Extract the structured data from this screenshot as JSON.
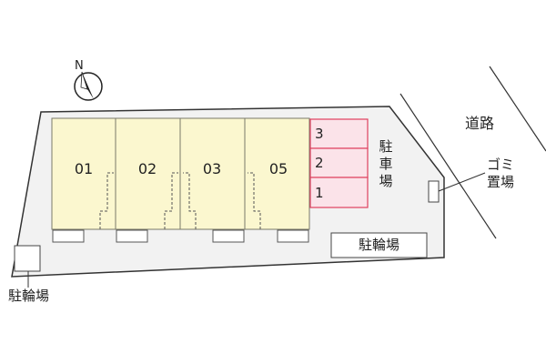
{
  "compass": {
    "north_label": "N",
    "icon": "north-arrow-icon"
  },
  "road_label": "道路",
  "units": [
    {
      "id": "unit-01",
      "label": "01"
    },
    {
      "id": "unit-02",
      "label": "02"
    },
    {
      "id": "unit-03",
      "label": "03"
    },
    {
      "id": "unit-05",
      "label": "05"
    }
  ],
  "parking": {
    "label": "駐車場",
    "spaces": [
      "3",
      "2",
      "1"
    ]
  },
  "garbage_label": "ゴミ置場",
  "bicycle_parking_inner": "駐輪場",
  "bicycle_parking_outer": "駐輪場",
  "colors": {
    "unit_fill": "#fbf7cf",
    "unit_border": "#7a7a6a",
    "parking_fill": "#fbe3e9",
    "parking_border": "#e0405e",
    "lot_fill": "#f2f2f2",
    "lot_border": "#333333"
  }
}
